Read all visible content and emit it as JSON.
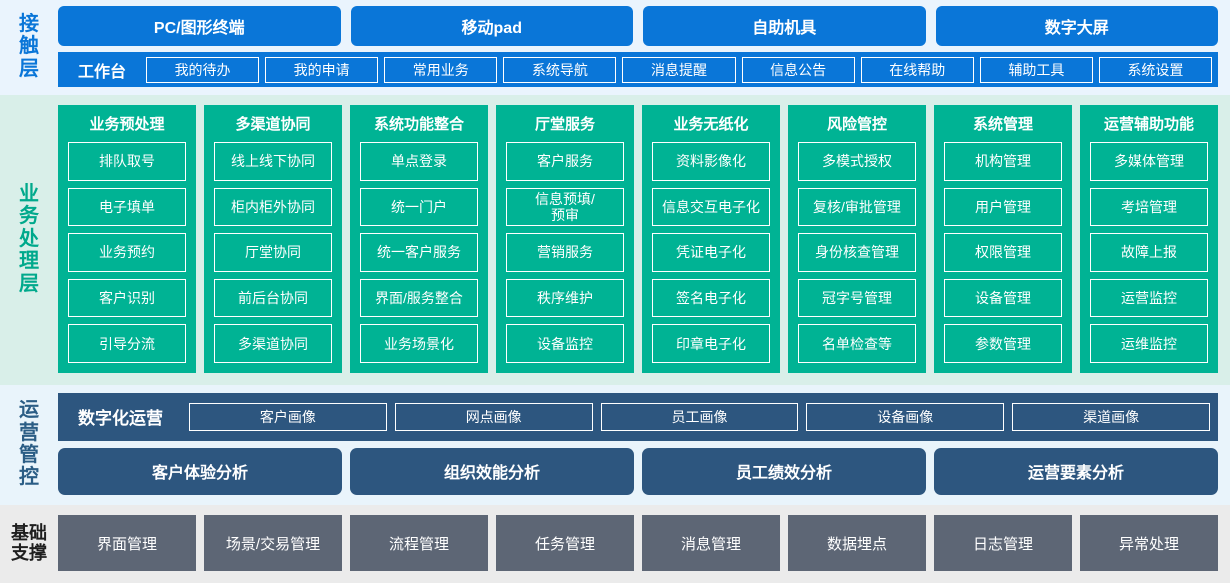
{
  "layers": {
    "touch": {
      "label": "接触层",
      "label_chars": [
        "接",
        "触",
        "层"
      ],
      "channels": [
        "PC/图形终端",
        "移动pad",
        "自助机具",
        "数字大屏"
      ],
      "workbench_label": "工作台",
      "workbench_items": [
        "我的待办",
        "我的申请",
        "常用业务",
        "系统导航",
        "消息提醒",
        "信息公告",
        "在线帮助",
        "辅助工具",
        "系统设置"
      ],
      "color": "#0a76d8",
      "bg": "#eaf4fd"
    },
    "business": {
      "label": "业务处理层",
      "label_chars": [
        "业",
        "务",
        "处",
        "理",
        "层"
      ],
      "color": "#00b394",
      "bg": "#d9efe9",
      "columns": [
        {
          "title": "业务预处理",
          "items": [
            "排队取号",
            "电子填单",
            "业务预约",
            "客户识别",
            "引导分流"
          ]
        },
        {
          "title": "多渠道协同",
          "items": [
            "线上线下协同",
            "柜内柜外协同",
            "厅堂协同",
            "前后台协同",
            "多渠道协同"
          ]
        },
        {
          "title": "系统功能整合",
          "items": [
            "单点登录",
            "统一门户",
            "统一客户服务",
            "界面/服务整合",
            "业务场景化"
          ]
        },
        {
          "title": "厅堂服务",
          "items": [
            "客户服务",
            "信息预填/\n预审",
            "营销服务",
            "秩序维护",
            "设备监控"
          ]
        },
        {
          "title": "业务无纸化",
          "items": [
            "资料影像化",
            "信息交互电子化",
            "凭证电子化",
            "签名电子化",
            "印章电子化"
          ]
        },
        {
          "title": "风险管控",
          "items": [
            "多模式授权",
            "复核/审批管理",
            "身份核查管理",
            "冠字号管理",
            "名单检查等"
          ]
        },
        {
          "title": "系统管理",
          "items": [
            "机构管理",
            "用户管理",
            "权限管理",
            "设备管理",
            "参数管理"
          ]
        },
        {
          "title": "运营辅助功能",
          "items": [
            "多媒体管理",
            "考培管理",
            "故障上报",
            "运营监控",
            "运维监控"
          ]
        }
      ]
    },
    "operations": {
      "label": "运营管控",
      "label_chars": [
        "运",
        "营",
        "管",
        "控"
      ],
      "color": "#2d567f",
      "bg": "#e9f4fb",
      "digital_ops_title": "数字化运营",
      "portraits": [
        "客户画像",
        "网点画像",
        "员工画像",
        "设备画像",
        "渠道画像"
      ],
      "analyses": [
        "客户体验分析",
        "组织效能分析",
        "员工绩效分析",
        "运营要素分析"
      ]
    },
    "base": {
      "label": "基础支撑",
      "label_lines": [
        "基础",
        "支撑"
      ],
      "color": "#5d6675",
      "bg": "#ebebeb",
      "items": [
        "界面管理",
        "场景/交易管理",
        "流程管理",
        "任务管理",
        "消息管理",
        "数据埋点",
        "日志管理",
        "异常处理"
      ]
    }
  }
}
